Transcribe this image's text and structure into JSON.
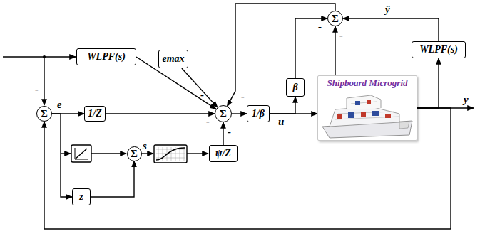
{
  "diagram": {
    "nodes": [
      {
        "text": [
          "WLPF(s)"
        ]
      },
      {
        "text": [
          "emax"
        ]
      },
      {
        "text": [
          "Σ"
        ]
      },
      {
        "text": [
          "1/Z"
        ]
      },
      {
        "text": [
          "Σ"
        ]
      },
      {
        "text": [
          "1/β"
        ]
      },
      {
        "text": [
          "β"
        ]
      },
      {
        "text": [
          "Σ"
        ]
      },
      {
        "text": [
          "WLPF(s)"
        ]
      },
      {
        "text": [
          "Shipboard Microgrid"
        ]
      },
      {
        "text": [
          "Σ"
        ]
      },
      {
        "text": [
          "z"
        ]
      },
      {
        "text": [
          "ψ/Z"
        ]
      }
    ],
    "edges": [
      {
        "from": 0,
        "to": 4,
        "arrow": "to"
      },
      {
        "from": 1,
        "to": 4,
        "arrow": "to"
      },
      {
        "from": 2,
        "to": 3,
        "arrow": "to"
      },
      {
        "from": 3,
        "to": 4,
        "arrow": "to"
      },
      {
        "from": 4,
        "to": 5,
        "arrow": "to"
      },
      {
        "from": 5,
        "to": 9,
        "arrow": "to"
      },
      {
        "from": 5,
        "to": 6,
        "arrow": "to"
      },
      {
        "from": 6,
        "to": 7,
        "arrow": "to"
      },
      {
        "from": 9,
        "to": 7,
        "arrow": "to"
      },
      {
        "from": 8,
        "to": 7,
        "arrow": "to"
      },
      {
        "from": 9,
        "to": 8,
        "arrow": "to"
      },
      {
        "from": 9,
        "to": 2,
        "arrow": "to"
      },
      {
        "from": 7,
        "to": 4,
        "arrow": "to"
      },
      {
        "from": 11,
        "to": 10,
        "arrow": "to"
      },
      {
        "from": 12,
        "to": 4,
        "arrow": "to"
      },
      {
        "from": 2,
        "to": 11,
        "arrow": "to"
      }
    ],
    "labels": [
      "-",
      "e",
      "-",
      "-",
      "-",
      "-",
      "u",
      "-",
      "-",
      "ŷ",
      "y",
      "s"
    ]
  }
}
